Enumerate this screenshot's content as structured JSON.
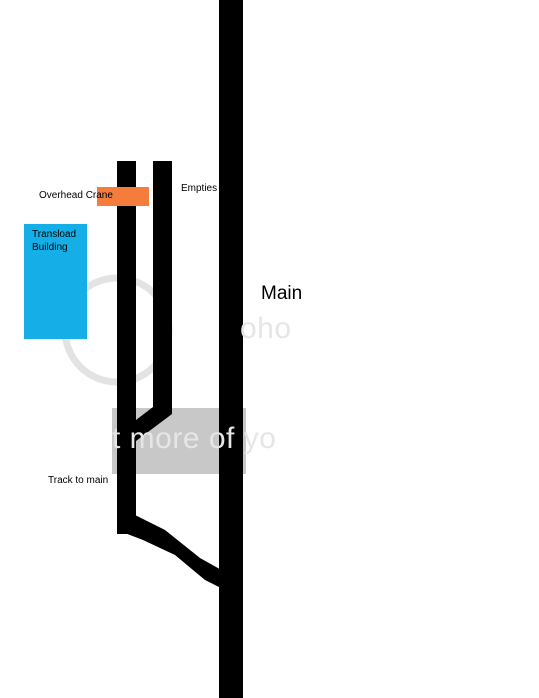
{
  "labels": {
    "overhead_crane": "Overhead Crane",
    "empties": "Empties",
    "transload_building": "Transload Building",
    "main": "Main",
    "track_to_main": "Track to main"
  },
  "watermark": {
    "top_fragment": "oho",
    "bottom_fragment": "t more of yo"
  },
  "colors": {
    "track": "#000000",
    "overhead_crane": "#f47c3c",
    "transload_building": "#16aee6",
    "watermark_band": "#c8c8c8"
  }
}
